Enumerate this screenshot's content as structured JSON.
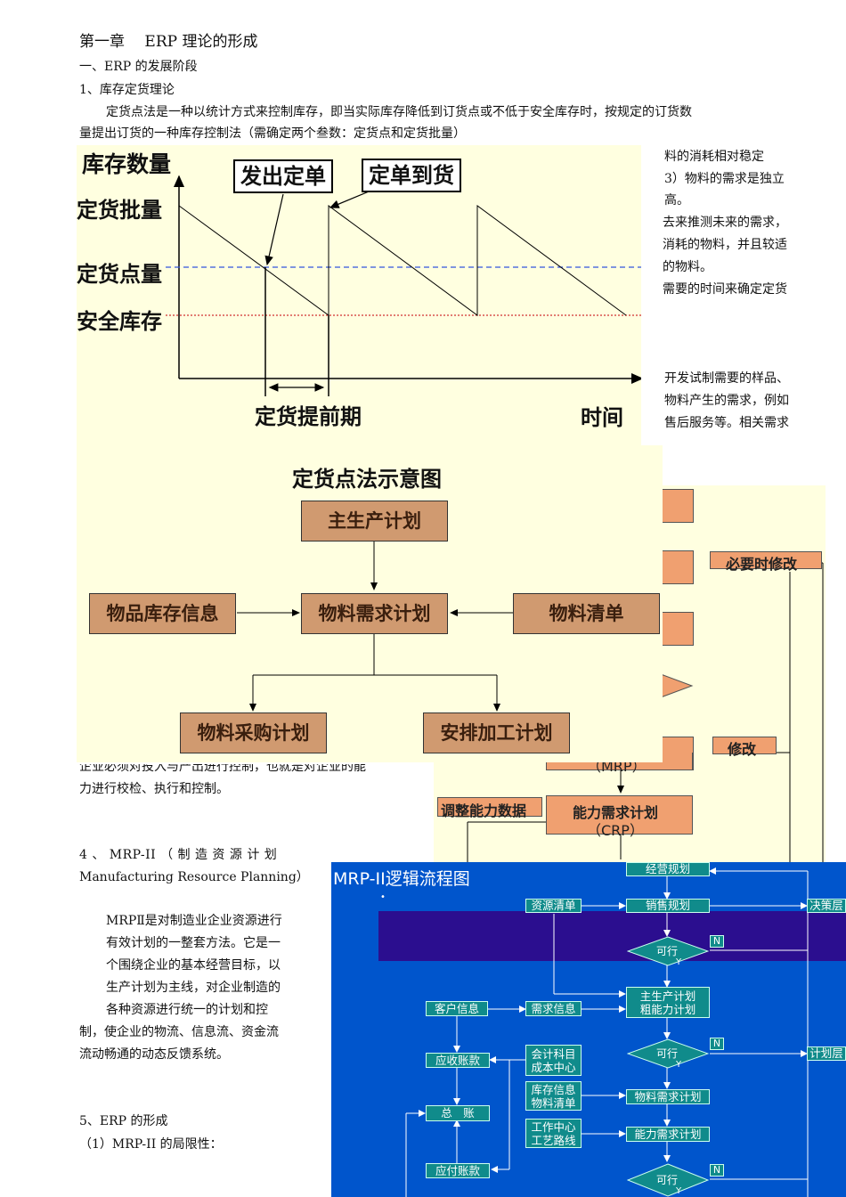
{
  "doc": {
    "chapter_title": "第一章　 ERP 理论的形成",
    "section1": "一、ERP 的发展阶段",
    "sub1": "1、库存定货理论",
    "para1_line1": "定货点法是一种以统计方式来控制库存，即当实际库存降低到订货点或不低于安全库存时，按规定的订货数",
    "para1_line2": "量提出订货的一种库存控制法（需确定两个叁数：定货点和定货批量）",
    "right_frag": [
      "料的消耗相对稳定",
      "3）物料的需求是独立",
      "高。",
      "去来推测未来的需求，",
      "消耗的物料，并且较适",
      "的物料。",
      "需要的时间来确定定货"
    ],
    "right_frag2": [
      "开发试制需要的样品、",
      "物料产生的需求，例如",
      "售后服务等。相关需求"
    ],
    "left_frag1": "企业必须对投入与产出进行控制，也就是对企业的能",
    "left_frag2": "力进行校检、执行和控制。",
    "sub4_a": "4 、 MRP-II （ 制 造 资 源 计 划",
    "sub4_b": "Manufacturing Resource Planning）",
    "mrp2_para": [
      "MRPⅡ是对制造业企业资源进行",
      "有效计划的一整套方法。它是一",
      "个围绕企业的基本经营目标，以",
      "生产计划为主线，对企业制造的",
      "各种资源进行统一的计划和控",
      "制，使企业的物流、信息流、资金流",
      "流动畅通的动态反馈系统。"
    ],
    "sub5": "5、ERP 的形成",
    "sub5_1": "（1）MRP-II 的局限性："
  },
  "fig1": {
    "ylabel": "库存数量",
    "order_batch": "定货批量",
    "order_point": "定货点量",
    "safety_stock": "安全库存",
    "issue_order": "发出定单",
    "order_arrive": "定单到货",
    "lead_time": "定货提前期",
    "xlabel": "时间"
  },
  "fig2": {
    "title": "定货点法示意图",
    "mps": "主生产计划",
    "inventory": "物品库存信息",
    "mrp": "物料需求计划",
    "bom": "物料清单",
    "purchase": "物料采购计划",
    "processing": "安排加工计划"
  },
  "fig3": {
    "modify_when_needed": "必要时修改",
    "modify": "修改",
    "mrp_abbr": "（MRP）",
    "adjust": "调整能力数据",
    "crp": "能力需求计划",
    "crp_abbr": "（CRP）"
  },
  "fig4": {
    "title": "MRP-II逻辑流程图",
    "business_plan": "经营规划",
    "resource_list": "资源清单",
    "sales_plan": "销售规划",
    "decision_layer": "决策层",
    "feasible": "可行",
    "n": "N",
    "y": "Y",
    "customer_info": "客户信息",
    "demand_info": "需求信息",
    "mps_line1": "主生产计划",
    "mps_line2": "粗能力计划",
    "receivable": "应收账款",
    "accounting_line1": "会计科目",
    "accounting_line2": "成本中心",
    "plan_layer": "计划层",
    "inventory_line1": "库存信息",
    "inventory_line2": "物料清单",
    "mrp": "物料需求计划",
    "ledger": "总　账",
    "workcenter_line1": "工作中心",
    "workcenter_line2": "工艺路线",
    "crp": "能力需求计划",
    "payable": "应付账款"
  }
}
